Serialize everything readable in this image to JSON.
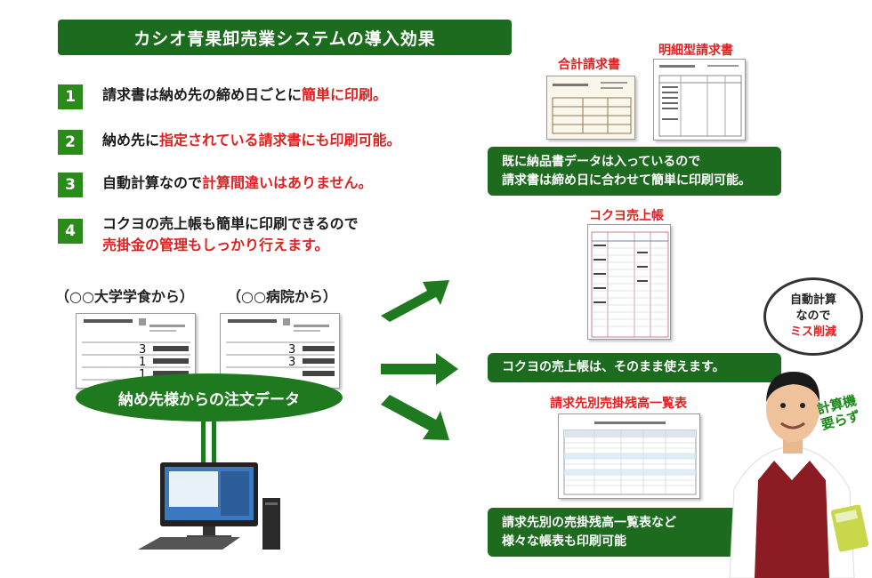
{
  "title": "カシオ青果卸売業システムの導入効果",
  "benefits": [
    {
      "num": "1",
      "line1_plain": "請求書は納め先の締め日ごとに",
      "line1_red": "簡単に印刷。"
    },
    {
      "num": "2",
      "line1_plain": "納め先に",
      "line1_red": "指定されている請求書にも印刷可能。"
    },
    {
      "num": "3",
      "line1_plain": "自動計算なので",
      "line1_red": "計算間違いはありません。"
    },
    {
      "num": "4",
      "line1_plain": "コクヨの売上帳も簡単に印刷できるので",
      "line2_red": "売掛金の管理もしっかり行えます。"
    }
  ],
  "sources": {
    "univ": "（○○大学学食から）",
    "hospital": "（○○病院から）"
  },
  "order_data": "納め先様からの注文データ",
  "docs": {
    "total_invoice": "合計請求書",
    "detail_invoice": "明細型請求書",
    "kokuyo": "コクヨ売上帳",
    "balance_list": "請求先別売掛残高一覧表"
  },
  "captions": {
    "c1_line1": "既に納品書データは入っているので",
    "c1_line2": "請求書は締め日に合わせて簡単に印刷可能。",
    "c2": "コクヨの売上帳は、そのまま使えます。",
    "c3_line1": "請求先別の売掛残高一覧表など",
    "c3_line2": "様々な帳表も印刷可能"
  },
  "speech": {
    "line1": "自動計算",
    "line2": "なので",
    "line3": "ミス削減"
  },
  "calc_note": {
    "line1": "計算機",
    "line2": "要らず"
  },
  "colors": {
    "green": "#1d6b1f",
    "red": "#e02020"
  }
}
